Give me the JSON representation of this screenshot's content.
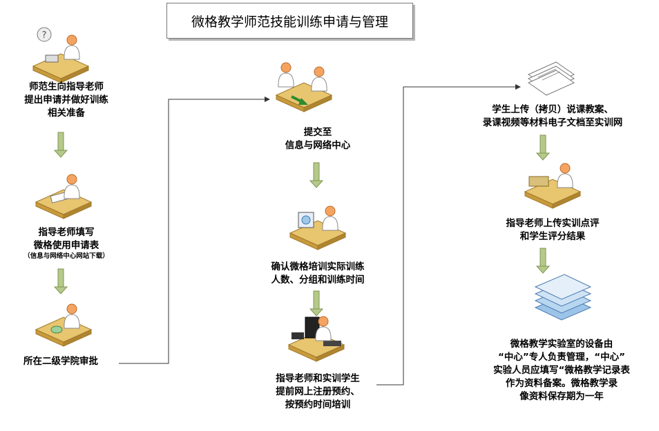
{
  "title": "微格教学师范技能训练申请与管理",
  "steps": {
    "s1": [
      "师范生向指导老师",
      "提出申请并做好训练",
      "相关准备"
    ],
    "s2": [
      "指导老师填写",
      "微格使用申请表"
    ],
    "s2_note": "（信息与网络中心网站下载）",
    "s3": "所在二级学院审批",
    "s4": [
      "提交至",
      "信息与网络中心"
    ],
    "s5": [
      "确认微格培训实际训练",
      "人数、分组和训练时间"
    ],
    "s6": [
      "指导老师和实训学生",
      "提前网上注册预约、",
      "按预约时间培训"
    ],
    "s7": [
      "学生上传（拷贝）说课教案、",
      "录课视频等材料电子文档至实训网"
    ],
    "s8": [
      "指导老师上传实训点评",
      "和学生评分结果"
    ],
    "s9": [
      "微格教学实验室的设备由",
      "“中心”专人负责管理，“中心”",
      "实验人员应填写“微格教学记录表",
      "作为资料备案。微格教学录",
      "像资料保存期为一年"
    ]
  },
  "icons": [
    "help-desk-person-icon",
    "desk-person-icon",
    "approval-desk-icon",
    "handshake-icon",
    "monitor-person-icon",
    "computer-workstation-icon",
    "documents-stack-icon",
    "typing-person-icon",
    "books-stack-icon"
  ],
  "colors": {
    "arrow_fill": "#b6c98a",
    "arrow_stroke": "#7d9650",
    "connector": "#333333",
    "desk": "#e8c56f",
    "person": "#f4a460"
  }
}
